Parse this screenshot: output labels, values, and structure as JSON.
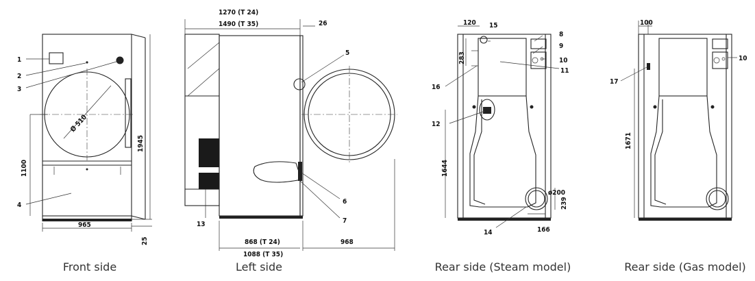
{
  "views": {
    "front": {
      "caption": "Front side",
      "labels": {
        "n1": "1",
        "n2": "2",
        "n3": "3",
        "n4": "4"
      },
      "dims": {
        "height": "1945",
        "door_height": "1100",
        "width": "965",
        "feet": "25",
        "diameter": "Ø 510"
      }
    },
    "left": {
      "caption": "Left side",
      "labels": {
        "n5": "5",
        "n6": "6",
        "n7": "7",
        "n13": "13"
      },
      "dims": {
        "top1": "1270 (T 24)",
        "top2": "1490 (T 35)",
        "depth_small": "26",
        "bottom1": "868 (T 24)",
        "bottom2": "1088 (T 35)",
        "door_open": "968"
      }
    },
    "rear_steam": {
      "caption": "Rear side (Steam model)",
      "labels": {
        "n8": "8",
        "n9": "9",
        "n10": "10",
        "n11": "11",
        "n12": "12",
        "n14": "14",
        "n15": "15",
        "n16": "16"
      },
      "dims": {
        "top": "120",
        "side": "283",
        "height": "1644",
        "outlet_d": "ø200",
        "outlet_h": "239",
        "outlet_w": "166"
      }
    },
    "rear_gas": {
      "caption": "Rear side (Gas model)",
      "labels": {
        "n10": "10",
        "n17": "17"
      },
      "dims": {
        "top": "100",
        "height": "1671"
      }
    }
  }
}
